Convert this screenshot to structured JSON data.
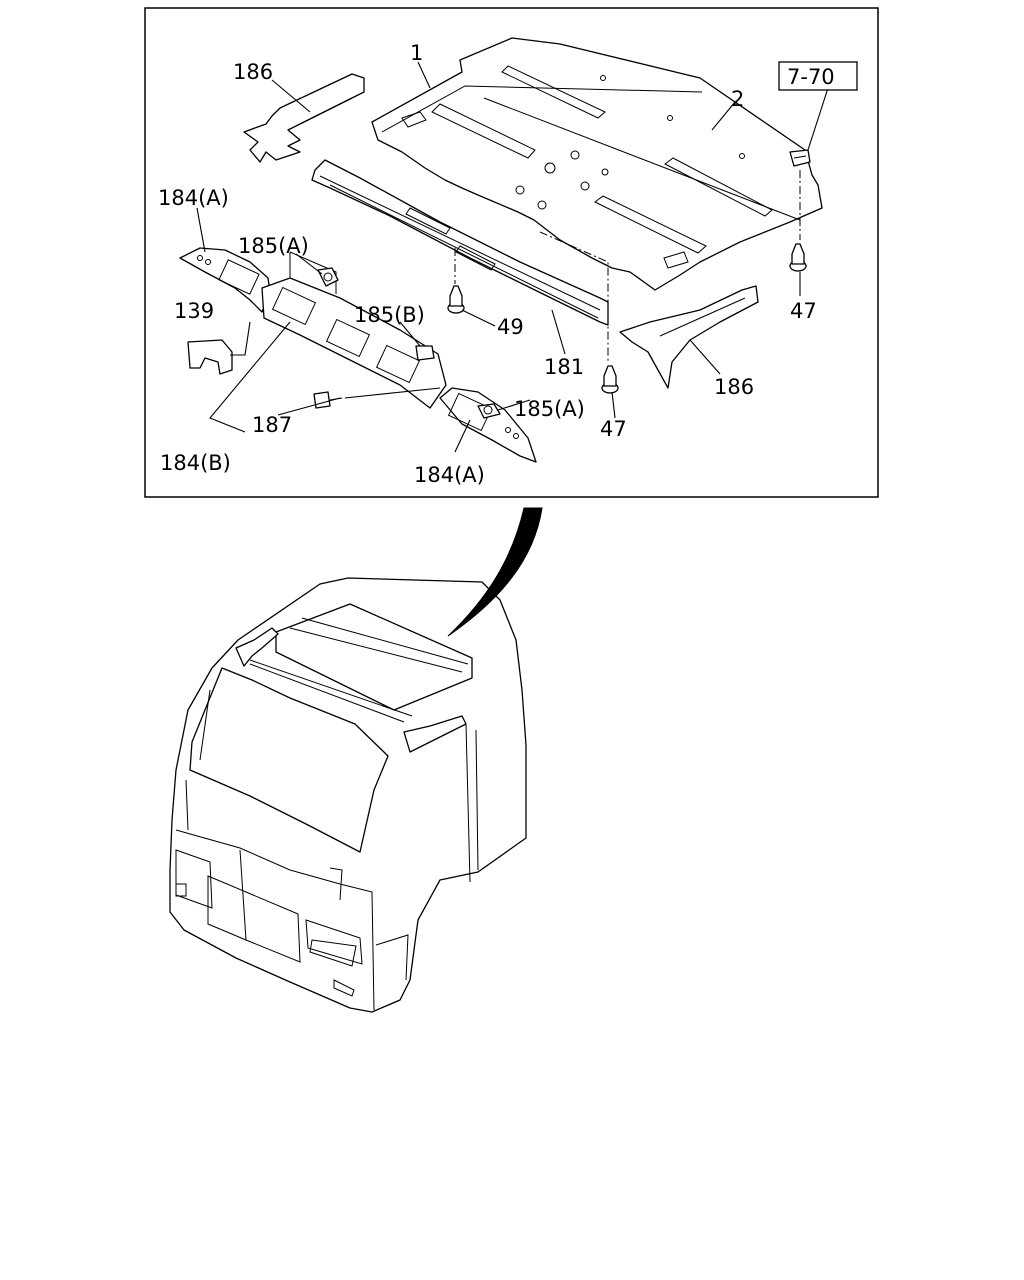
{
  "callouts": {
    "p186_top": "186",
    "p1": "1",
    "p2": "2",
    "ref": "7-70",
    "p184a_left": "184(A)",
    "p185a_top": "185(A)",
    "p139": "139",
    "p185b": "185(B)",
    "p49": "49",
    "p47_right": "47",
    "p181": "181",
    "p186_bottom": "186",
    "p187": "187",
    "p185a_bottom": "185(A)",
    "p47_bottom": "47",
    "p184b": "184(B)",
    "p184a_bottom": "184(A)"
  },
  "colors": {
    "line": "#000000",
    "background": "#ffffff"
  }
}
